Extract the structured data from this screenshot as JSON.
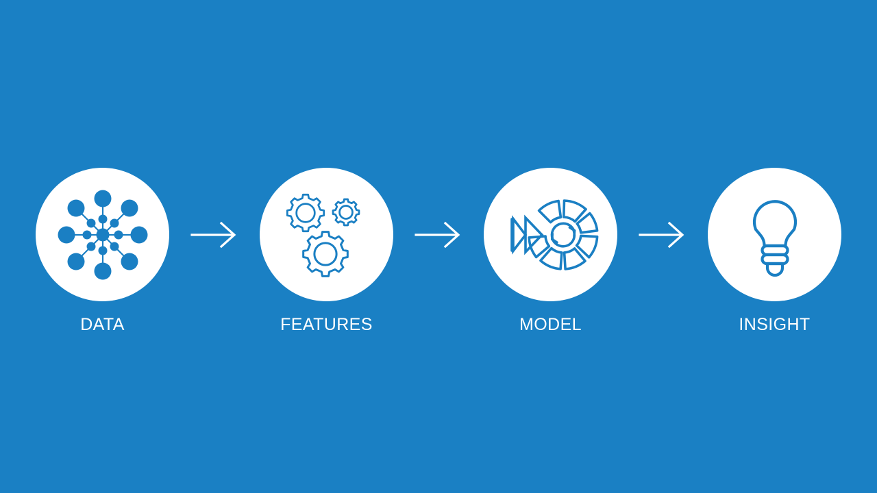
{
  "page": {
    "background_color": "#1a80c4",
    "accent_color": "#1a7fc3",
    "disc_color": "#ffffff",
    "label_color": "#ffffff",
    "type": "process-flow-diagram"
  },
  "flow": {
    "stages": [
      {
        "id": "data",
        "label": "DATA",
        "icon": "network-nodes-icon"
      },
      {
        "id": "features",
        "label": "FEATURES",
        "icon": "gears-icon"
      },
      {
        "id": "model",
        "label": "MODEL",
        "icon": "segmented-wheel-refresh-icon"
      },
      {
        "id": "insight",
        "label": "INSIGHT",
        "icon": "lightbulb-icon"
      }
    ],
    "connectors": [
      {
        "id": "data-to-features",
        "icon": "arrow-right-icon"
      },
      {
        "id": "features-to-model",
        "icon": "arrow-right-icon"
      },
      {
        "id": "model-to-insight",
        "icon": "arrow-right-icon"
      }
    ]
  }
}
